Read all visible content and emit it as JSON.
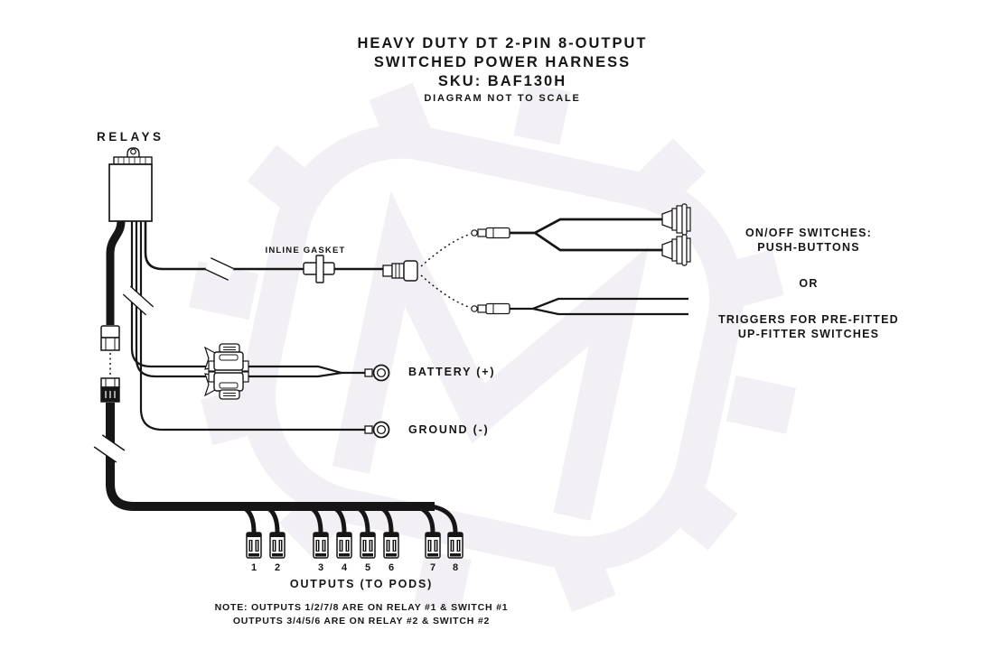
{
  "title": {
    "line1": "HEAVY DUTY DT 2-PIN 8-OUTPUT",
    "line2": "SWITCHED POWER HARNESS",
    "line3": "SKU: BAF130H",
    "line4": "DIAGRAM NOT TO SCALE"
  },
  "diagram": {
    "relays_label": "RELAYS",
    "inline_gasket_label": "INLINE GASKET",
    "battery_label": "BATTERY (+)",
    "ground_label": "GROUND (-)",
    "outputs_caption": "OUTPUTS (TO PODS)",
    "output_numbers": [
      "1",
      "2",
      "3",
      "4",
      "5",
      "6",
      "7",
      "8"
    ]
  },
  "switch_options": {
    "onoff_line1": "ON/OFF SWITCHES:",
    "onoff_line2": "PUSH-BUTTONS",
    "separator": "OR",
    "trigger_line1": "TRIGGERS FOR PRE-FITTED",
    "trigger_line2": "UP-FITTER SWITCHES"
  },
  "note": {
    "line1": "NOTE: OUTPUTS 1/2/7/8 ARE ON RELAY #1 & SWITCH #1",
    "line2": "OUTPUTS 3/4/5/6 ARE ON RELAY #2 & SWITCH #2"
  },
  "colors": {
    "background": "#ffffff",
    "ink": "#161616",
    "watermark": "#f2f0f5"
  }
}
